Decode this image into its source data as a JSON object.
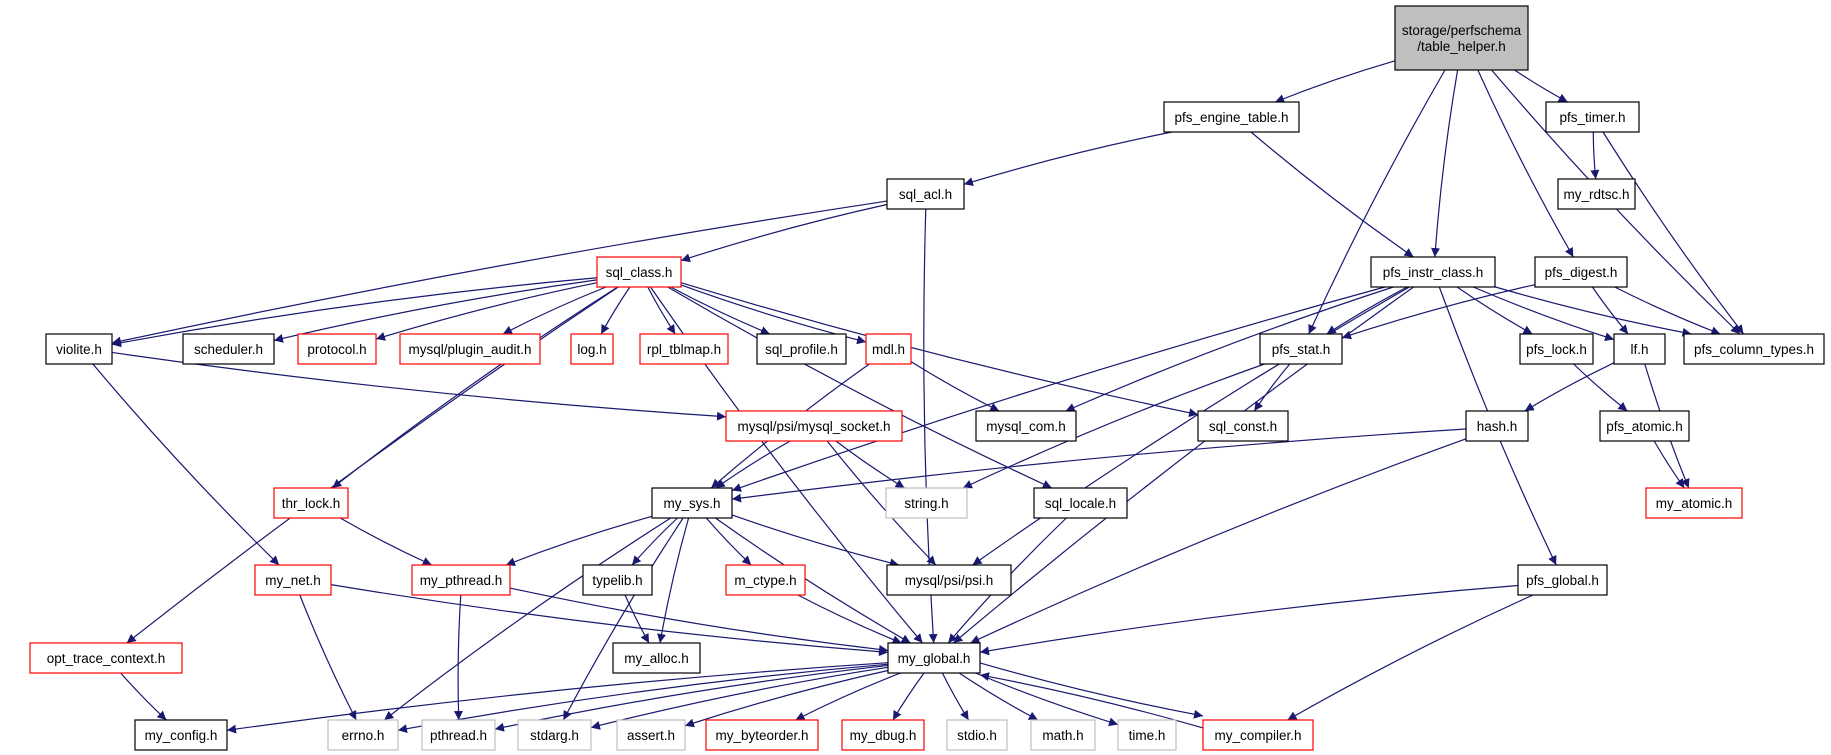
{
  "diagram": {
    "style": {
      "edge_color": "#191970",
      "node_fill": "#ffffff",
      "root_fill": "#bfbfbf",
      "border_normal": "#000000",
      "border_incomplete": "#ff0000",
      "border_leaf": "#bfbfbf"
    },
    "nodes": [
      {
        "id": "root",
        "label": "storage/perfschema\n/table_helper.h",
        "kind": "root"
      },
      {
        "id": "pfs_engine_table",
        "label": "pfs_engine_table.h",
        "kind": "normal"
      },
      {
        "id": "pfs_timer",
        "label": "pfs_timer.h",
        "kind": "normal"
      },
      {
        "id": "my_rdtsc",
        "label": "my_rdtsc.h",
        "kind": "normal"
      },
      {
        "id": "sql_acl",
        "label": "sql_acl.h",
        "kind": "normal"
      },
      {
        "id": "sql_class",
        "label": "sql_class.h",
        "kind": "incomplete"
      },
      {
        "id": "pfs_instr_class",
        "label": "pfs_instr_class.h",
        "kind": "normal"
      },
      {
        "id": "pfs_digest",
        "label": "pfs_digest.h",
        "kind": "normal"
      },
      {
        "id": "violite",
        "label": "violite.h",
        "kind": "normal"
      },
      {
        "id": "scheduler",
        "label": "scheduler.h",
        "kind": "normal"
      },
      {
        "id": "protocol",
        "label": "protocol.h",
        "kind": "incomplete"
      },
      {
        "id": "plugin_audit",
        "label": "mysql/plugin_audit.h",
        "kind": "incomplete"
      },
      {
        "id": "log",
        "label": "log.h",
        "kind": "incomplete"
      },
      {
        "id": "rpl_tblmap",
        "label": "rpl_tblmap.h",
        "kind": "incomplete"
      },
      {
        "id": "sql_profile",
        "label": "sql_profile.h",
        "kind": "normal"
      },
      {
        "id": "mdl",
        "label": "mdl.h",
        "kind": "incomplete"
      },
      {
        "id": "pfs_stat",
        "label": "pfs_stat.h",
        "kind": "normal"
      },
      {
        "id": "pfs_lock",
        "label": "pfs_lock.h",
        "kind": "normal"
      },
      {
        "id": "lf",
        "label": "lf.h",
        "kind": "normal"
      },
      {
        "id": "pfs_column_types",
        "label": "pfs_column_types.h",
        "kind": "normal"
      },
      {
        "id": "mysql_socket",
        "label": "mysql/psi/mysql_socket.h",
        "kind": "incomplete"
      },
      {
        "id": "mysql_com",
        "label": "mysql_com.h",
        "kind": "normal"
      },
      {
        "id": "sql_const",
        "label": "sql_const.h",
        "kind": "normal"
      },
      {
        "id": "hash",
        "label": "hash.h",
        "kind": "normal"
      },
      {
        "id": "pfs_atomic",
        "label": "pfs_atomic.h",
        "kind": "normal"
      },
      {
        "id": "thr_lock",
        "label": "thr_lock.h",
        "kind": "incomplete"
      },
      {
        "id": "my_sys",
        "label": "my_sys.h",
        "kind": "normal"
      },
      {
        "id": "string",
        "label": "string.h",
        "kind": "leaf"
      },
      {
        "id": "sql_locale",
        "label": "sql_locale.h",
        "kind": "normal"
      },
      {
        "id": "my_atomic",
        "label": "my_atomic.h",
        "kind": "incomplete"
      },
      {
        "id": "my_net",
        "label": "my_net.h",
        "kind": "incomplete"
      },
      {
        "id": "my_pthread",
        "label": "my_pthread.h",
        "kind": "incomplete"
      },
      {
        "id": "typelib",
        "label": "typelib.h",
        "kind": "normal"
      },
      {
        "id": "m_ctype",
        "label": "m_ctype.h",
        "kind": "incomplete"
      },
      {
        "id": "psi",
        "label": "mysql/psi/psi.h",
        "kind": "normal"
      },
      {
        "id": "pfs_global",
        "label": "pfs_global.h",
        "kind": "normal"
      },
      {
        "id": "opt_trace_context",
        "label": "opt_trace_context.h",
        "kind": "incomplete"
      },
      {
        "id": "my_alloc",
        "label": "my_alloc.h",
        "kind": "normal"
      },
      {
        "id": "my_global",
        "label": "my_global.h",
        "kind": "normal"
      },
      {
        "id": "my_config",
        "label": "my_config.h",
        "kind": "normal"
      },
      {
        "id": "errno",
        "label": "errno.h",
        "kind": "leaf"
      },
      {
        "id": "pthread",
        "label": "pthread.h",
        "kind": "leaf"
      },
      {
        "id": "stdarg",
        "label": "stdarg.h",
        "kind": "leaf"
      },
      {
        "id": "assert",
        "label": "assert.h",
        "kind": "leaf"
      },
      {
        "id": "my_byteorder",
        "label": "my_byteorder.h",
        "kind": "incomplete"
      },
      {
        "id": "my_dbug",
        "label": "my_dbug.h",
        "kind": "incomplete"
      },
      {
        "id": "stdio",
        "label": "stdio.h",
        "kind": "leaf"
      },
      {
        "id": "math",
        "label": "math.h",
        "kind": "leaf"
      },
      {
        "id": "time",
        "label": "time.h",
        "kind": "leaf"
      },
      {
        "id": "my_compiler",
        "label": "my_compiler.h",
        "kind": "incomplete"
      }
    ],
    "edges": [
      [
        "root",
        "pfs_engine_table"
      ],
      [
        "root",
        "pfs_timer"
      ],
      [
        "root",
        "pfs_column_types"
      ],
      [
        "root",
        "pfs_stat"
      ],
      [
        "root",
        "pfs_instr_class"
      ],
      [
        "root",
        "pfs_digest"
      ],
      [
        "pfs_engine_table",
        "sql_acl"
      ],
      [
        "pfs_engine_table",
        "pfs_instr_class"
      ],
      [
        "pfs_timer",
        "my_rdtsc"
      ],
      [
        "pfs_timer",
        "pfs_column_types"
      ],
      [
        "sql_acl",
        "sql_class"
      ],
      [
        "sql_acl",
        "violite"
      ],
      [
        "sql_acl",
        "my_global"
      ],
      [
        "sql_class",
        "violite"
      ],
      [
        "sql_class",
        "scheduler"
      ],
      [
        "sql_class",
        "protocol"
      ],
      [
        "sql_class",
        "plugin_audit"
      ],
      [
        "sql_class",
        "log"
      ],
      [
        "sql_class",
        "rpl_tblmap"
      ],
      [
        "sql_class",
        "sql_profile"
      ],
      [
        "sql_class",
        "mdl"
      ],
      [
        "sql_class",
        "thr_lock"
      ],
      [
        "sql_class",
        "opt_trace_context"
      ],
      [
        "sql_class",
        "sql_const"
      ],
      [
        "sql_class",
        "sql_locale"
      ],
      [
        "sql_class",
        "my_global"
      ],
      [
        "pfs_instr_class",
        "pfs_stat"
      ],
      [
        "pfs_instr_class",
        "pfs_lock"
      ],
      [
        "pfs_instr_class",
        "lf"
      ],
      [
        "pfs_instr_class",
        "pfs_column_types"
      ],
      [
        "pfs_instr_class",
        "mysql_com"
      ],
      [
        "pfs_instr_class",
        "my_sys"
      ],
      [
        "pfs_instr_class",
        "psi"
      ],
      [
        "pfs_instr_class",
        "pfs_global"
      ],
      [
        "pfs_instr_class",
        "my_global"
      ],
      [
        "pfs_digest",
        "pfs_stat"
      ],
      [
        "pfs_digest",
        "lf"
      ],
      [
        "pfs_digest",
        "pfs_column_types"
      ],
      [
        "violite",
        "mysql_socket"
      ],
      [
        "violite",
        "my_net"
      ],
      [
        "mdl",
        "my_sys"
      ],
      [
        "mdl",
        "mysql_com"
      ],
      [
        "pfs_stat",
        "sql_const"
      ],
      [
        "pfs_stat",
        "string"
      ],
      [
        "pfs_lock",
        "pfs_atomic"
      ],
      [
        "lf",
        "hash"
      ],
      [
        "lf",
        "my_atomic"
      ],
      [
        "pfs_atomic",
        "my_atomic"
      ],
      [
        "hash",
        "my_sys"
      ],
      [
        "hash",
        "my_global"
      ],
      [
        "mysql_socket",
        "my_sys"
      ],
      [
        "mysql_socket",
        "string"
      ],
      [
        "mysql_socket",
        "psi"
      ],
      [
        "thr_lock",
        "my_pthread"
      ],
      [
        "my_sys",
        "errno"
      ],
      [
        "my_sys",
        "my_pthread"
      ],
      [
        "my_sys",
        "typelib"
      ],
      [
        "my_sys",
        "m_ctype"
      ],
      [
        "my_sys",
        "psi"
      ],
      [
        "my_sys",
        "stdarg"
      ],
      [
        "my_sys",
        "my_alloc"
      ],
      [
        "my_sys",
        "my_global"
      ],
      [
        "sql_locale",
        "my_global"
      ],
      [
        "my_net",
        "errno"
      ],
      [
        "my_net",
        "my_global"
      ],
      [
        "my_pthread",
        "pthread"
      ],
      [
        "my_pthread",
        "my_global"
      ],
      [
        "typelib",
        "my_alloc"
      ],
      [
        "m_ctype",
        "my_global"
      ],
      [
        "pfs_global",
        "my_global"
      ],
      [
        "pfs_global",
        "my_compiler"
      ],
      [
        "opt_trace_context",
        "my_config"
      ],
      [
        "my_global",
        "my_config"
      ],
      [
        "my_global",
        "errno"
      ],
      [
        "my_global",
        "pthread"
      ],
      [
        "my_global",
        "stdarg"
      ],
      [
        "my_global",
        "assert"
      ],
      [
        "my_global",
        "my_byteorder"
      ],
      [
        "my_global",
        "my_dbug"
      ],
      [
        "my_global",
        "stdio"
      ],
      [
        "my_global",
        "math"
      ],
      [
        "my_global",
        "time"
      ],
      [
        "my_global",
        "my_compiler"
      ],
      [
        "my_compiler",
        "my_global"
      ]
    ]
  }
}
